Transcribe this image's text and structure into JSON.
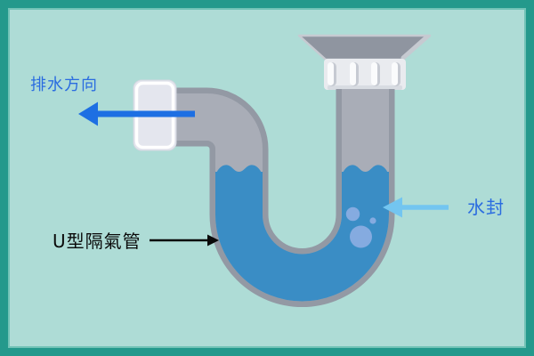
{
  "diagram": {
    "subject": "u-trap-drain-pipe-with-water-seal",
    "labels": {
      "drain_direction": "排水方向",
      "u_trap": "U型隔氣管",
      "water_seal": "水封"
    },
    "colors": {
      "border_teal": "#24998c",
      "background_mint": "#aedcd6",
      "background_inner_edge": "#72c3b7",
      "pipe_fill": "#a9adb7",
      "pipe_outline": "#9399a4",
      "water_blue": "#3a8dc5",
      "bubble_blue": "#85abe0",
      "cap_white": "#e4e6ee",
      "cap_highlight": "#ffffff",
      "collar_white": "#e9ebef",
      "collar_ridge_shadow": "#c6cad2",
      "collar_ridge_highlight": "#fafbfc",
      "funnel_gray": "#8f95a0",
      "funnel_highlight": "#c6cad1",
      "drain_arrow_blue": "#1d6fe3",
      "water_seal_arrow_blue": "#73c5f0",
      "label_blue": "#2a6ce0",
      "label_black": "#0a0a0a"
    }
  }
}
